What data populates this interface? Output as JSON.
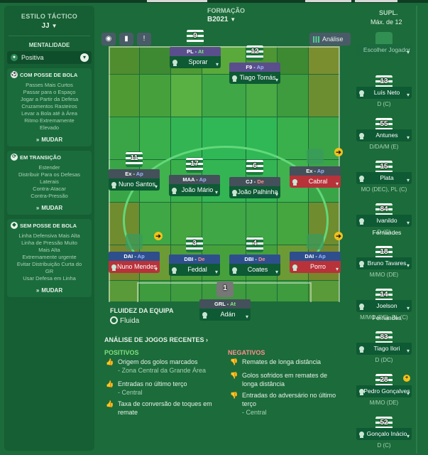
{
  "left": {
    "title": "ESTILO TÁCTICO",
    "style": "JJ",
    "mentality_title": "MENTALIDADE",
    "mentality": "Positiva",
    "with_ball": {
      "title": "COM POSSE DE BOLA",
      "items": [
        "Passes Mais Curtos",
        "Passar para o Espaço",
        "Jogar a Partir da Defesa",
        "Cruzamentos Rasteiros",
        "Levar a Bola até à Área",
        "Ritmo Extremamente",
        "Elevado"
      ],
      "change": "MUDAR"
    },
    "transition": {
      "title": "EM TRANSIÇÃO",
      "items": [
        "Estender",
        "Distribuir Para os Defesas",
        "Laterais",
        "Contra-Atacar",
        "Contra-Pressão"
      ],
      "change": "MUDAR"
    },
    "without_ball": {
      "title": "SEM POSSE DE BOLA",
      "items": [
        "Linha Defensiva Mais Alta",
        "Linha de Pressão Muito",
        "Mais Alta",
        "Extremamente urgente",
        "Evitar Distribuição Curta do",
        "GR",
        "Usar Defesa em Linha"
      ],
      "change": "MUDAR"
    }
  },
  "formation": {
    "title": "FORMAÇÃO",
    "value": "B2021"
  },
  "toolbar": {
    "analysis": "Análise"
  },
  "players": [
    {
      "num": "9",
      "role": "PL",
      "duty": "At",
      "name": "Sporar",
      "nameColor": "green",
      "roleColor": "purple"
    },
    {
      "num": "12",
      "role": "F9",
      "duty": "Ap",
      "name": "Tiago Tomás",
      "nameColor": "green",
      "roleColor": "purple"
    },
    {
      "num": "11",
      "role": "Ex",
      "duty": "Ap",
      "name": "Nuno Santos",
      "nameColor": "green",
      "roleColor": "gray"
    },
    {
      "num": "17",
      "role": "MAA",
      "duty": "Ap",
      "name": "João Mário",
      "nameColor": "green",
      "roleColor": "gray"
    },
    {
      "num": "6",
      "role": "CJ",
      "duty": "De",
      "name": "João Palhinha",
      "nameColor": "green",
      "roleColor": "gray"
    },
    {
      "num": "",
      "role": "Ex",
      "duty": "Ap",
      "name": "Cabral",
      "nameColor": "red",
      "roleColor": "gray"
    },
    {
      "num": "",
      "role": "DAI",
      "duty": "Ap",
      "name": "Nuno Mendes",
      "nameColor": "red",
      "roleColor": "blue"
    },
    {
      "num": "3",
      "role": "DBI",
      "duty": "De",
      "name": "Feddal",
      "nameColor": "green",
      "roleColor": "blue"
    },
    {
      "num": "4",
      "role": "DBI",
      "duty": "De",
      "name": "Coates",
      "nameColor": "green",
      "roleColor": "blue"
    },
    {
      "num": "",
      "role": "DAI",
      "duty": "Ap",
      "name": "Porro",
      "nameColor": "red",
      "roleColor": "blue"
    },
    {
      "num": "1",
      "role": "GRL",
      "duty": "At",
      "name": "Adán",
      "nameColor": "green",
      "roleColor": "gray"
    }
  ],
  "fluidity": {
    "title": "FLUIDEZ DA EQUIPA",
    "value": "Fluida"
  },
  "analysis": {
    "title": "ANÁLISE DE JOGOS RECENTES",
    "positives_title": "POSITIVOS",
    "negatives_title": "NEGATIVOS",
    "positives": [
      {
        "text": "Origem dos golos marcados",
        "sub": "- Zona Central da Grande Área"
      },
      {
        "text": "Entradas no último terço",
        "sub": "- Central"
      },
      {
        "text": "Taxa de conversão de toques em remate",
        "sub": ""
      }
    ],
    "negatives": [
      {
        "text": "Remates de longa distância",
        "sub": ""
      },
      {
        "text": "Golos sofridos em remates de longa distância",
        "sub": ""
      },
      {
        "text": "Entradas do adversário no último terço",
        "sub": "- Central"
      }
    ]
  },
  "subs": {
    "title": "SUPL.",
    "max": "Máx. de 12",
    "choose": "Escolher Jogador",
    "players": [
      {
        "num": "13",
        "name": "Luís Neto",
        "pos": "D (C)"
      },
      {
        "num": "55",
        "name": "Antunes",
        "pos": "D/DA/M (E)"
      },
      {
        "num": "15",
        "name": "Plata",
        "pos": "MO (DEC), PL (C)"
      },
      {
        "num": "84",
        "name": "Ivanildo Fernandes",
        "pos": "D (C)"
      },
      {
        "num": "18",
        "name": "Bruno Tavares",
        "pos": "M/MO (DE)"
      },
      {
        "num": "14",
        "name": "Joelson Fernandes",
        "pos": "M/MO (DE), PL (C)"
      },
      {
        "num": "83",
        "name": "Tiago Ilori",
        "pos": "D (DC)"
      },
      {
        "num": "28",
        "name": "Pedro Gonçalves",
        "pos": "M/MO (DE)"
      },
      {
        "num": "52",
        "name": "Gonçalo Inácio",
        "pos": "D (C)"
      }
    ]
  },
  "colors": {
    "accent": "#1c6b3a",
    "panel": "#165e33",
    "attack": "#7ef07e",
    "support": "#9fb7ff",
    "defend": "#ff8f8f",
    "badge": "#f3c21a"
  }
}
